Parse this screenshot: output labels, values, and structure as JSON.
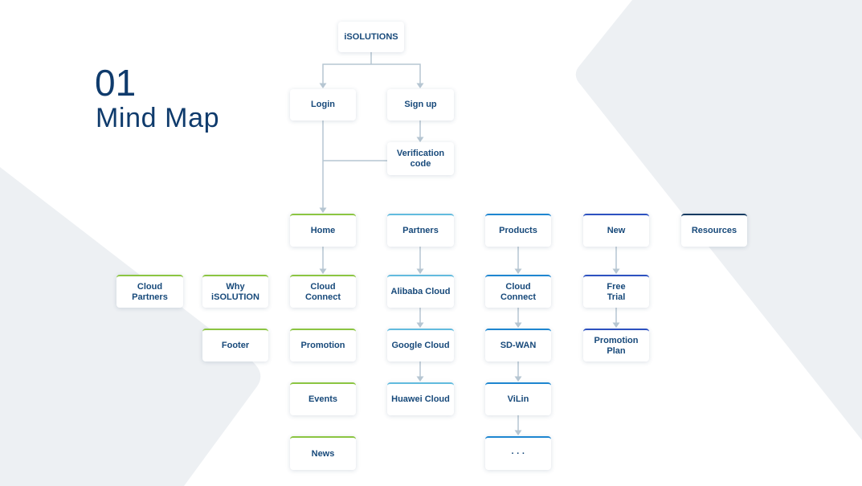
{
  "slide": {
    "number": "01",
    "title": "Mind Map"
  },
  "colors": {
    "title": "#0f3b6c",
    "text": "#17497a",
    "connector": "#b6c6d2",
    "shape": "#edf0f3",
    "home": "#8bc541",
    "partners": "#62bbde",
    "products": "#1e86d0",
    "new": "#2d51c0",
    "resources": "#143a60"
  },
  "root": {
    "label": "iSOLUTIONS"
  },
  "auth": {
    "login": "Login",
    "sign_up": "Sign up",
    "verification": "Verification\ncode"
  },
  "home": {
    "label": "Home",
    "children": [
      "Cloud\nConnect",
      "Promotion",
      "Events",
      "News"
    ],
    "related": [
      "Cloud\nPartners",
      "Why\niSOLUTION",
      "Footer"
    ]
  },
  "partners": {
    "label": "Partners",
    "children": [
      "Alibaba Cloud",
      "Google Cloud",
      "Huawei Cloud"
    ]
  },
  "products": {
    "label": "Products",
    "children": [
      "Cloud\nConnect",
      "SD-WAN",
      "ViLin",
      "· · ·"
    ]
  },
  "new": {
    "label": "New",
    "children": [
      "Free\nTrial",
      "Promotion\nPlan"
    ]
  },
  "resources": {
    "label": "Resources"
  }
}
